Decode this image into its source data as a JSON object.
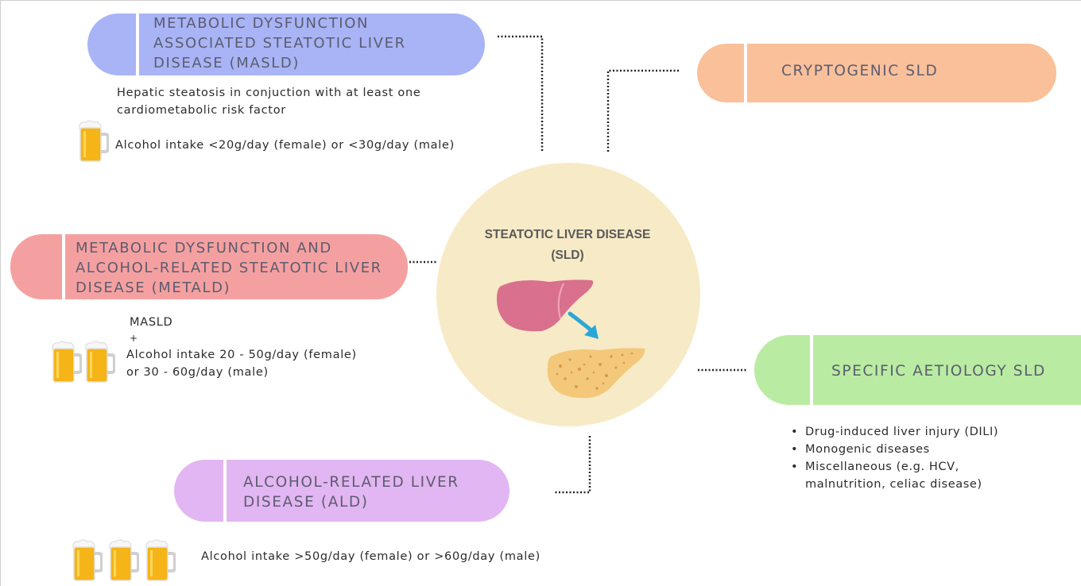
{
  "center": {
    "title": "STEATOTIC LIVER DISEASE\n(SLD)",
    "circle_color": "#f7eac6"
  },
  "masld": {
    "label": "METABOLIC DYSFUNCTION\nASSOCIATED STEATOTIC LIVER\nDISEASE (MASLD)",
    "color": "#a8b4f5",
    "description": "Hepatic steatosis in conjuction with at least one\ncardiometabolic risk factor",
    "alcohol": "Alcohol intake <20g/day (female) or <30g/day (male)"
  },
  "metald": {
    "label": "METABOLIC DYSFUNCTION AND\nALCOHOL-RELATED STEATOTIC LIVER\nDISEASE (METALD)",
    "color": "#f5a0a0",
    "prefix": "MASLD",
    "plus": "+",
    "alcohol": "Alcohol intake 20 - 50g/day (female)\nor 30 - 60g/day (male)"
  },
  "ald": {
    "label": "ALCOHOL-RELATED LIVER\nDISEASE (ALD)",
    "color": "#e2b6f2",
    "alcohol": "Alcohol intake >50g/day (female) or >60g/day (male)"
  },
  "cryptogenic": {
    "label": "CRYPTOGENIC SLD",
    "color": "#f9c09a"
  },
  "specific": {
    "label": "SPECIFIC AETIOLOGY SLD",
    "color": "#b9eca2",
    "bullets": [
      "Drug-induced liver injury (DILI)",
      "Monogenic diseases",
      "Miscellaneous (e.g. HCV,\nmalnutrition, celiac disease)"
    ]
  },
  "icons": {
    "beer": "beer-mug-icon",
    "healthy_liver": "healthy-liver-icon",
    "fatty_liver": "fatty-liver-icon",
    "arrow": "arrow-icon"
  },
  "colors": {
    "liver": "#d9708e",
    "fatty_liver": "#f3c87a",
    "arrow": "#2aa7d9",
    "beer": "#f5b418"
  }
}
